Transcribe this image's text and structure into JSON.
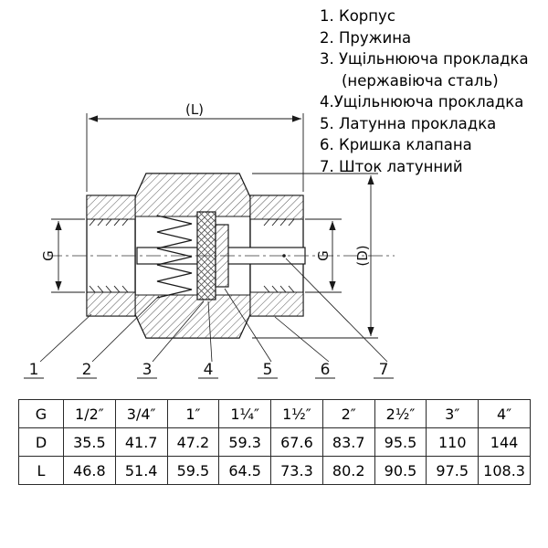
{
  "legend": {
    "lines": [
      "1. Корпус",
      "2. Пружина",
      "3. Ущільнююча прокладка",
      "(нержавіюча сталь)",
      "4.Ущільнююча прокладка",
      "5. Латунна прокладка",
      "6. Кришка клапана",
      "7. Шток латунний"
    ]
  },
  "drawing": {
    "dim_length_label": "(L)",
    "dim_g_left_label": "G",
    "dim_g_right_label": "G",
    "dim_d_label": "(D)",
    "part_numbers": [
      "1",
      "2",
      "3",
      "4",
      "5",
      "6",
      "7"
    ]
  },
  "table": {
    "rows": [
      {
        "header": "G",
        "cells": [
          "1/2″",
          "3/4″",
          "1″",
          "1¼″",
          "1½″",
          "2″",
          "2½″",
          "3″",
          "4″"
        ]
      },
      {
        "header": "D",
        "cells": [
          "35.5",
          "41.7",
          "47.2",
          "59.3",
          "67.6",
          "83.7",
          "95.5",
          "110",
          "144"
        ]
      },
      {
        "header": "L",
        "cells": [
          "46.8",
          "51.4",
          "59.5",
          "64.5",
          "73.3",
          "80.2",
          "90.5",
          "97.5",
          "108.3"
        ]
      }
    ]
  }
}
